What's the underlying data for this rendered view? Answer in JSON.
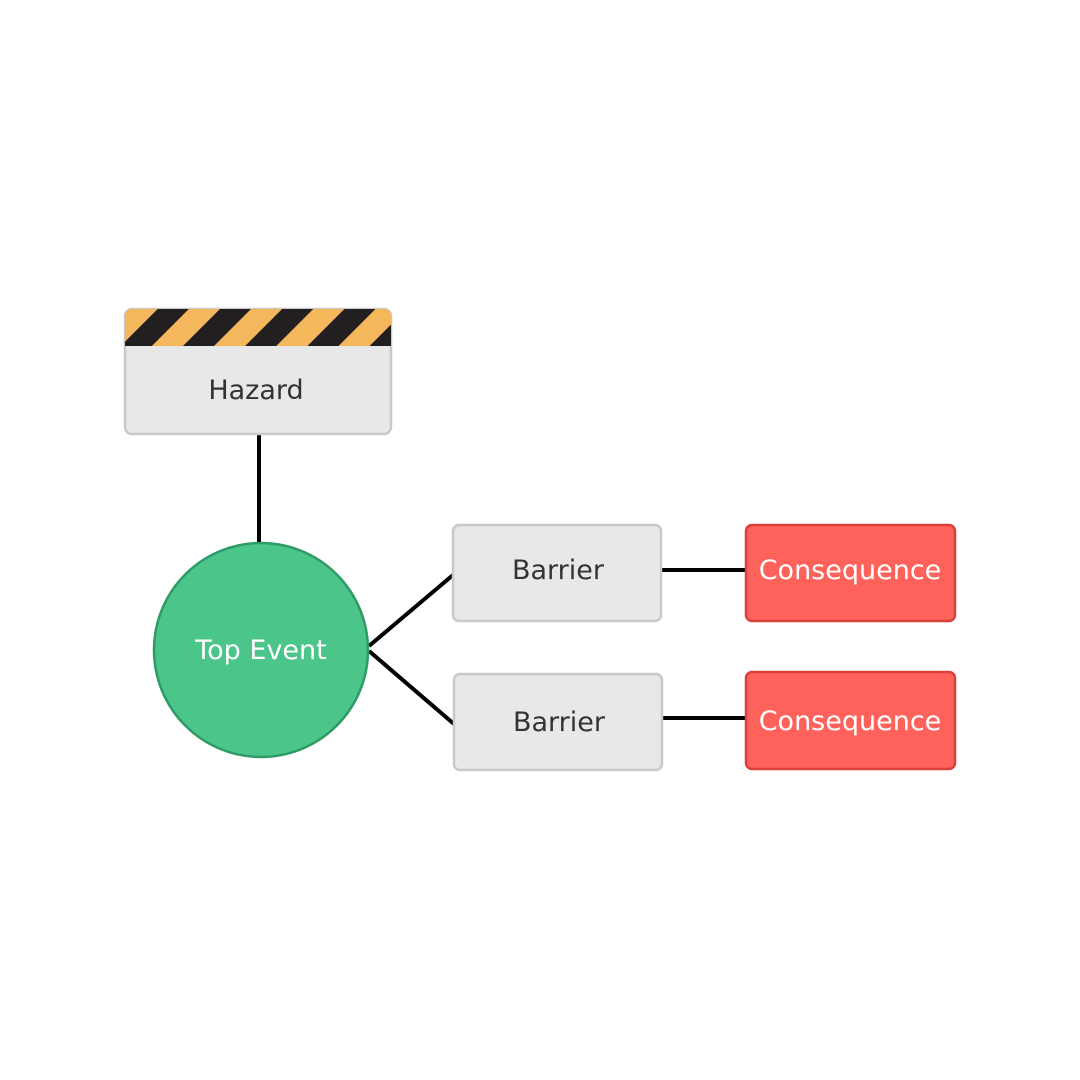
{
  "colors": {
    "hazard_stripe_yellow": "#F4B75C",
    "hazard_stripe_black": "#231F20",
    "box_fill": "#E8E8E8",
    "box_border": "#C9C9C9",
    "top_event_fill": "#4CC58A",
    "top_event_border": "#2E9A65",
    "consequence_fill": "#FF625A",
    "consequence_border": "#D9413B",
    "line": "#000000"
  },
  "hazard": {
    "label": "Hazard",
    "icon": "hazard-stripes-icon"
  },
  "top_event": {
    "label": "Top Event"
  },
  "branches": [
    {
      "barrier_label": "Barrier",
      "consequence_label": "Consequence"
    },
    {
      "barrier_label": "Barrier",
      "consequence_label": "Consequence"
    }
  ]
}
